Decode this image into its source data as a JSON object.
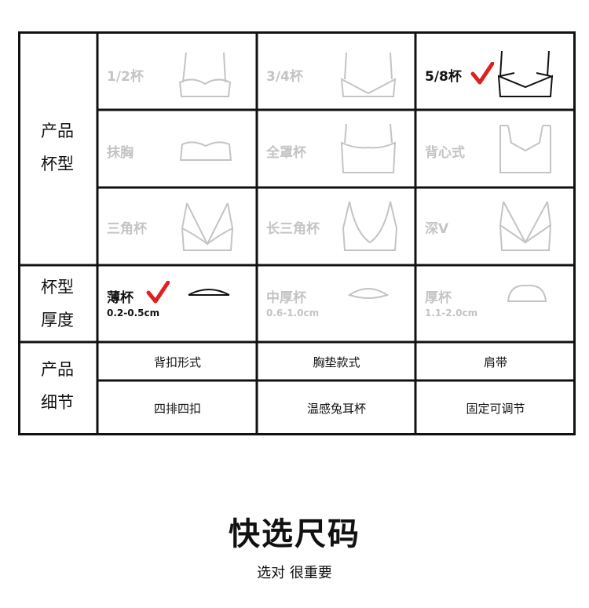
{
  "row_headers": {
    "cup_type": [
      "产品",
      "杯型"
    ],
    "thickness": [
      "杯型",
      "厚度"
    ],
    "details": [
      "产品",
      "细节"
    ]
  },
  "cup_types": [
    {
      "label": "1/2杯",
      "selected": false
    },
    {
      "label": "3/4杯",
      "selected": false
    },
    {
      "label": "5/8杯",
      "selected": true
    },
    {
      "label": "抹胸",
      "selected": false
    },
    {
      "label": "全罩杯",
      "selected": false
    },
    {
      "label": "背心式",
      "selected": false
    },
    {
      "label": "三角杯",
      "selected": false
    },
    {
      "label": "长三角杯",
      "selected": false
    },
    {
      "label": "深V",
      "selected": false
    }
  ],
  "thickness": [
    {
      "label": "薄杯",
      "range": "0.2-0.5cm",
      "selected": true
    },
    {
      "label": "中厚杯",
      "range": "0.6-1.0cm",
      "selected": false
    },
    {
      "label": "厚杯",
      "range": "1.1-2.0cm",
      "selected": false
    }
  ],
  "details": {
    "headers": [
      "背扣形式",
      "胸垫款式",
      "肩带"
    ],
    "values": [
      "四排四扣",
      "温感兔耳杯",
      "固定可调节"
    ]
  },
  "footer": {
    "title": "快选尺码",
    "subtitle": "选对 很重要"
  },
  "colors": {
    "border": "#111111",
    "inactive": "#c4c4c4",
    "check": "#e02020"
  }
}
